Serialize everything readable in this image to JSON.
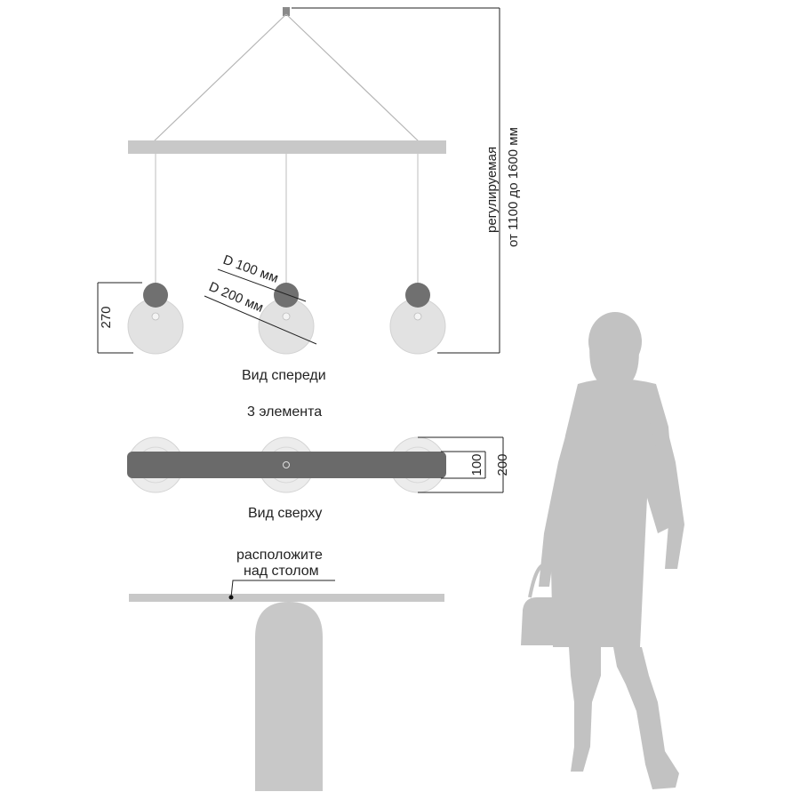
{
  "front_view": {
    "caption": "Вид спереди",
    "height_dim": "270",
    "small_sphere_dim": "D 100 мм",
    "large_sphere_dim": "D 200 мм",
    "adjustable_line1": "регулируемая",
    "adjustable_line2": "от 1100 до 1600 мм"
  },
  "element_count": "3 элемента",
  "top_view": {
    "caption": "Вид сверху",
    "dim_inner": "100",
    "dim_outer": "200"
  },
  "table_note": {
    "line1": "расположите",
    "line2": "над столом"
  },
  "colors": {
    "bar": "#c8c8c8",
    "sphere_dark": "#6e6e6e",
    "glass": "#dcdcdc",
    "silhouette": "#c2c2c2",
    "top_bar": "#6a6a6a"
  }
}
